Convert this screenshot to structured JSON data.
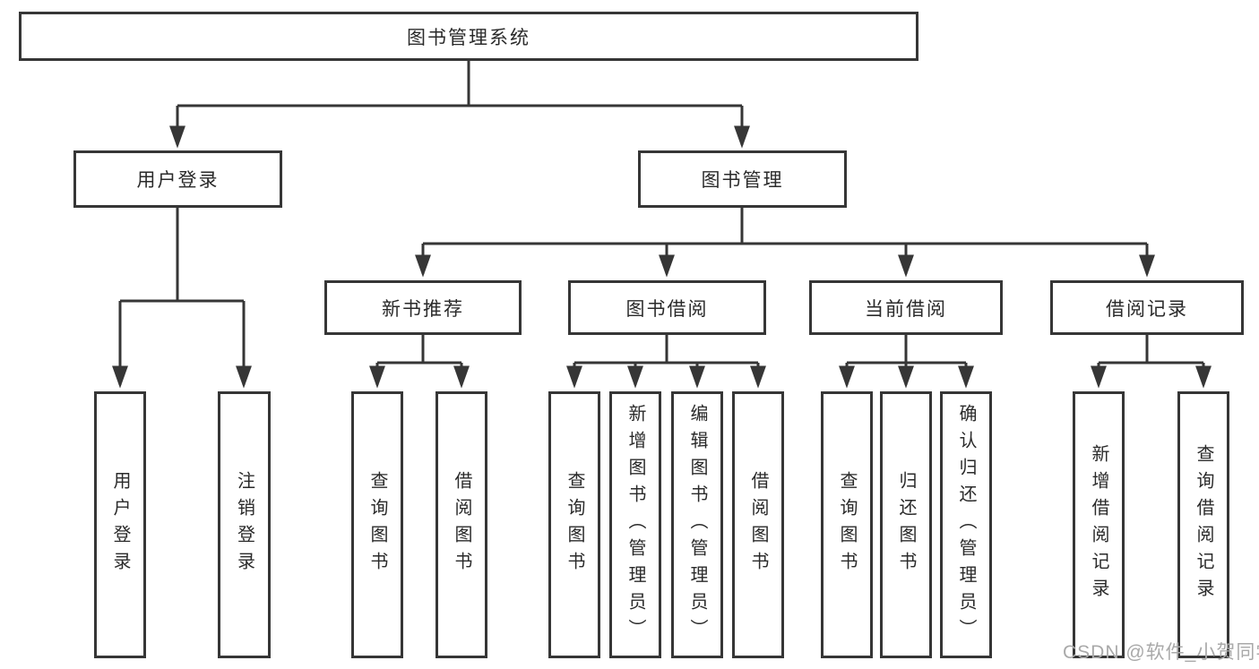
{
  "diagram_title": "图书管理系统",
  "tree": {
    "label": "图书管理系统",
    "children": [
      {
        "label": "用户登录",
        "children": [
          {
            "label": "用户登录"
          },
          {
            "label": "注销登录"
          }
        ]
      },
      {
        "label": "图书管理",
        "children": [
          {
            "label": "新书推荐",
            "children": [
              {
                "label": "查询图书"
              },
              {
                "label": "借阅图书"
              }
            ]
          },
          {
            "label": "图书借阅",
            "children": [
              {
                "label": "查询图书"
              },
              {
                "label": "新增图书（管理员）"
              },
              {
                "label": "编辑图书（管理员）"
              },
              {
                "label": "借阅图书"
              }
            ]
          },
          {
            "label": "当前借阅",
            "children": [
              {
                "label": "查询图书"
              },
              {
                "label": "归还图书"
              },
              {
                "label": "确认归还（管理员）"
              }
            ]
          },
          {
            "label": "借阅记录",
            "children": [
              {
                "label": "新增借阅记录"
              },
              {
                "label": "查询借阅记录"
              }
            ]
          }
        ]
      }
    ]
  },
  "watermark": {
    "text": "CSDN @软件_小贺同学"
  },
  "colors": {
    "line": "#363636",
    "text": "#2a2a2a",
    "box_background": "#ffffff",
    "watermark": "#a9a9a9"
  }
}
